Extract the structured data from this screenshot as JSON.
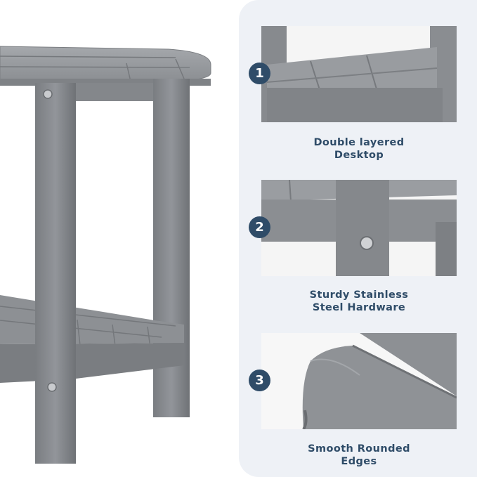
{
  "colors": {
    "panel_bg": "#eef1f6",
    "accent": "#2f4c68",
    "wood_gray": "#8a8d91"
  },
  "features": [
    {
      "number": "1",
      "line1": "Double layered",
      "line2": "Desktop"
    },
    {
      "number": "2",
      "line1": "Sturdy Stainless",
      "line2": "Steel Hardware"
    },
    {
      "number": "3",
      "line1": "Smooth Rounded",
      "line2": "Edges"
    }
  ]
}
